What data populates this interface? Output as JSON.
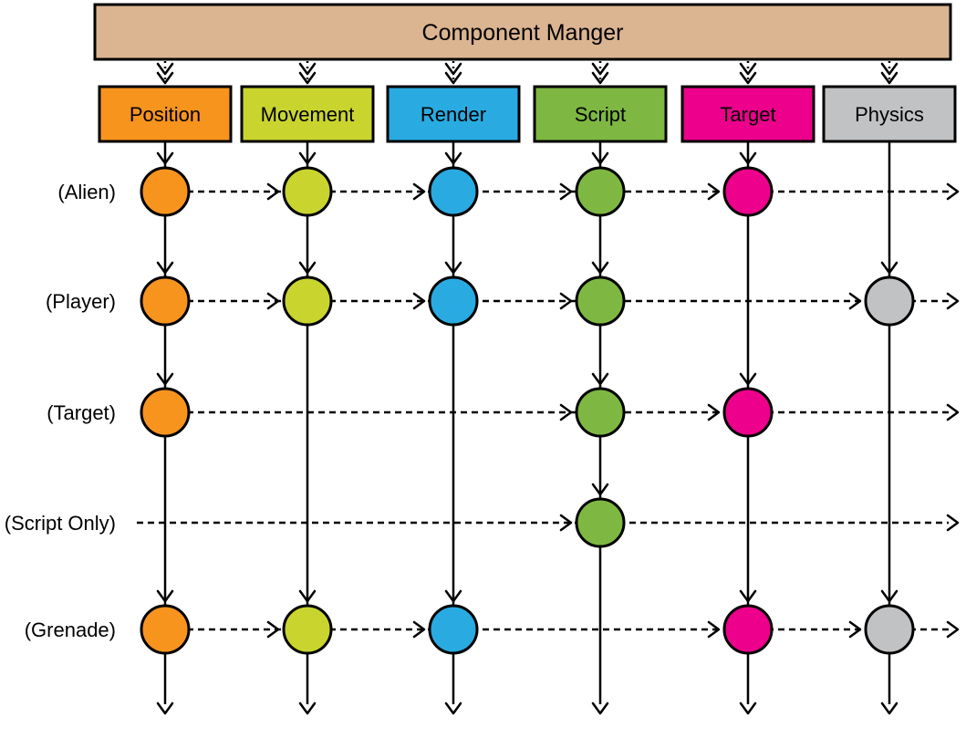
{
  "banner": {
    "label": "Component Manger",
    "color": "#dbb491"
  },
  "columns": [
    {
      "label": "Position",
      "color": "#f7941e"
    },
    {
      "label": "Movement",
      "color": "#c9d52e"
    },
    {
      "label": "Render",
      "color": "#29abe2"
    },
    {
      "label": "Script",
      "color": "#7eb843"
    },
    {
      "label": "Target",
      "color": "#ec008c"
    },
    {
      "label": "Physics",
      "color": "#c1c2c4"
    }
  ],
  "rows": [
    {
      "label": "(Alien)",
      "components": [
        "Position",
        "Movement",
        "Render",
        "Script",
        "Target"
      ]
    },
    {
      "label": "(Player)",
      "components": [
        "Position",
        "Movement",
        "Render",
        "Script",
        "Physics"
      ]
    },
    {
      "label": "(Target)",
      "components": [
        "Position",
        "Script",
        "Target"
      ]
    },
    {
      "label": "(Script Only)",
      "components": [
        "Script"
      ]
    },
    {
      "label": "(Grenade)",
      "components": [
        "Position",
        "Movement",
        "Render",
        "Target",
        "Physics"
      ]
    }
  ]
}
